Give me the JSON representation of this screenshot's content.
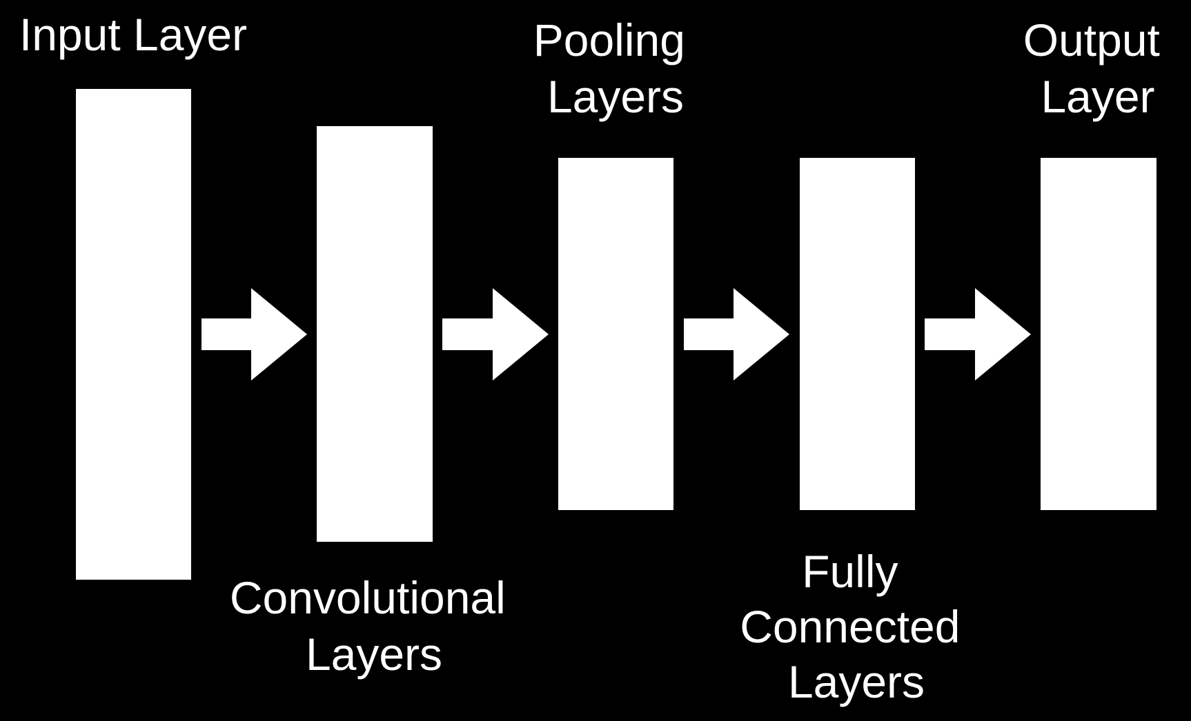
{
  "colors": {
    "background": "#000000",
    "foreground": "#ffffff"
  },
  "layers": [
    {
      "id": "input",
      "label_lines": [
        "Input Layer"
      ]
    },
    {
      "id": "convolutional",
      "label_lines": [
        "Convolutional",
        "Layers"
      ]
    },
    {
      "id": "pooling",
      "label_lines": [
        "Pooling",
        "Layers"
      ]
    },
    {
      "id": "fully-connected",
      "label_lines": [
        "Fully",
        "Connected",
        "Layers"
      ]
    },
    {
      "id": "output",
      "label_lines": [
        "Output",
        "Layer"
      ]
    }
  ],
  "connections": [
    {
      "from": "input",
      "to": "convolutional"
    },
    {
      "from": "convolutional",
      "to": "pooling"
    },
    {
      "from": "pooling",
      "to": "fully-connected"
    },
    {
      "from": "fully-connected",
      "to": "output"
    }
  ]
}
